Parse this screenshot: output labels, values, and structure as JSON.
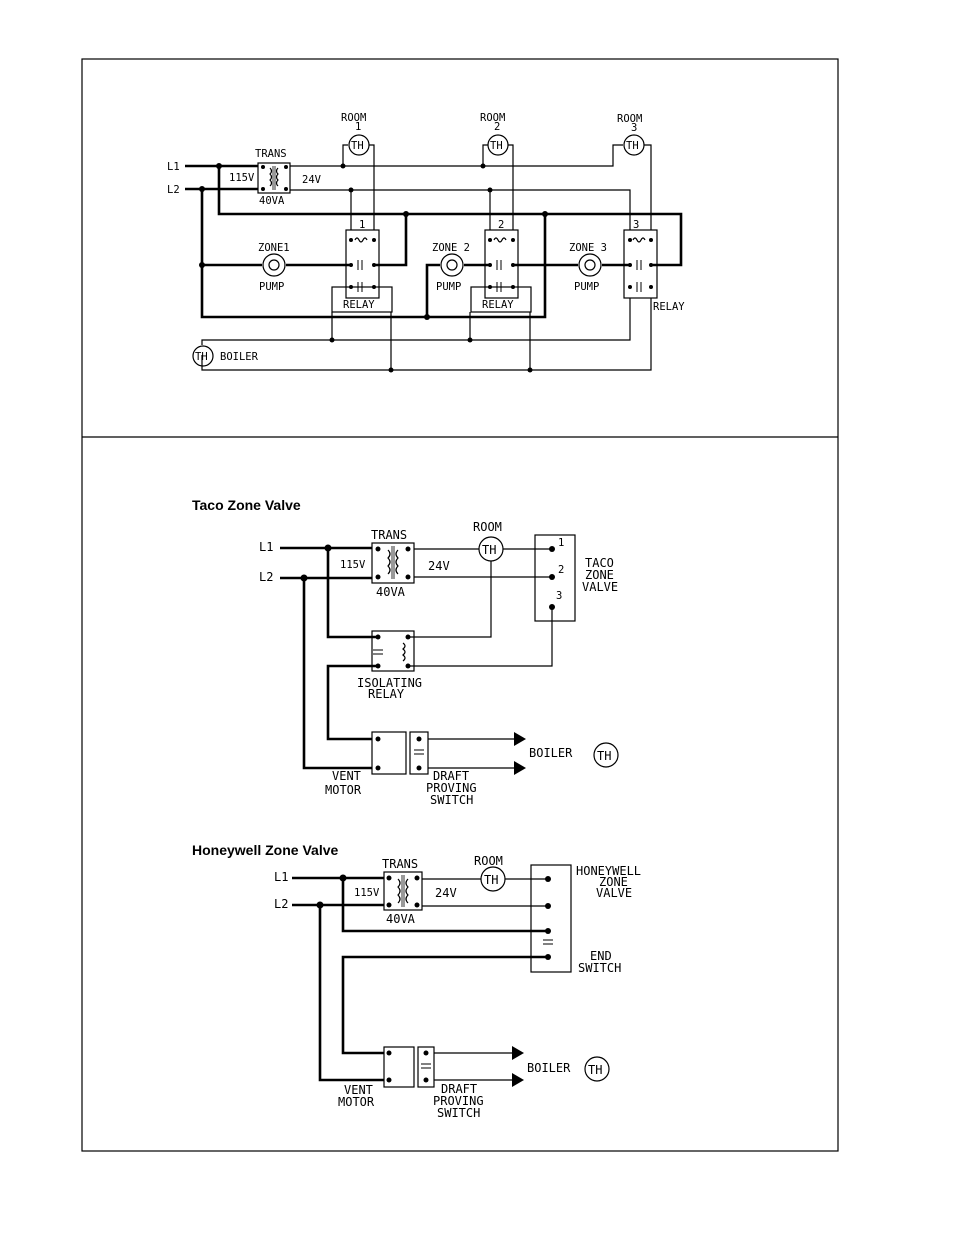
{
  "colors": {
    "ink": "#000000",
    "paper": "#ffffff"
  },
  "diagram1": {
    "l1": "L1",
    "l2": "L2",
    "trans": "TRANS",
    "v115": "115V",
    "v24": "24V",
    "va": "40VA",
    "rooms": [
      {
        "label": "ROOM",
        "num": "1",
        "th": "TH"
      },
      {
        "label": "ROOM",
        "num": "2",
        "th": "TH"
      },
      {
        "label": "ROOM",
        "num": "3",
        "th": "TH"
      }
    ],
    "zones": [
      {
        "zone": "ZONE1",
        "pump": "PUMP",
        "relay_num": "1",
        "relay": "RELAY"
      },
      {
        "zone": "ZONE 2",
        "pump": "PUMP",
        "relay_num": "2",
        "relay": "RELAY"
      },
      {
        "zone": "ZONE 3",
        "pump": "PUMP",
        "relay_num": "3",
        "relay": "RELAY"
      }
    ],
    "boiler_th": "TH",
    "boiler": "BOILER"
  },
  "taco": {
    "heading": "Taco Zone Valve",
    "l1": "L1",
    "l2": "L2",
    "trans": "TRANS",
    "v115": "115V",
    "v24": "24V",
    "va": "40VA",
    "room": "ROOM",
    "th": "TH",
    "terms": [
      "1",
      "2",
      "3"
    ],
    "valve": [
      "TACO",
      "ZONE",
      "VALVE"
    ],
    "relay": [
      "ISOLATING",
      "RELAY"
    ],
    "vent": [
      "VENT",
      "MOTOR"
    ],
    "draft": [
      "DRAFT",
      "PROVING",
      "SWITCH"
    ],
    "boiler": "BOILER",
    "boiler_th": "TH"
  },
  "honeywell": {
    "heading": "Honeywell Zone Valve",
    "l1": "L1",
    "l2": "L2",
    "trans": "TRANS",
    "v115": "115V",
    "v24": "24V",
    "va": "40VA",
    "room": "ROOM",
    "th": "TH",
    "valve": [
      "HONEYWELL",
      "ZONE",
      "VALVE"
    ],
    "end": [
      "END",
      "SWITCH"
    ],
    "vent": [
      "VENT",
      "MOTOR"
    ],
    "draft": [
      "DRAFT",
      "PROVING",
      "SWITCH"
    ],
    "boiler": "BOILER",
    "boiler_th": "TH"
  }
}
